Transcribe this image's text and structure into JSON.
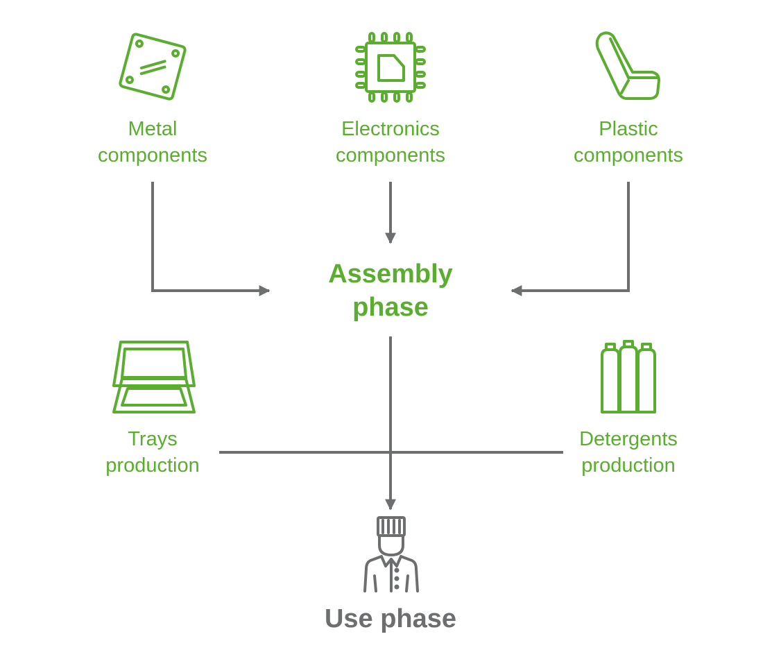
{
  "colors": {
    "accent": "#5aad2f",
    "connector": "#6d6e70",
    "text_dark": "#6d6e70"
  },
  "nodes": {
    "metal": {
      "icon": "metal-plate-icon",
      "line1": "Metal",
      "line2": "components"
    },
    "electronics": {
      "icon": "microchip-icon",
      "line1": "Electronics",
      "line2": "components"
    },
    "plastic": {
      "icon": "plastic-seat-icon",
      "line1": "Plastic",
      "line2": "components"
    },
    "trays": {
      "icon": "stacked-trays-icon",
      "line1": "Trays",
      "line2": "production"
    },
    "detergents": {
      "icon": "detergent-bottles-icon",
      "line1": "Detergents",
      "line2": "production"
    }
  },
  "assembly": {
    "line1": "Assembly",
    "line2": "phase"
  },
  "use": {
    "icon": "chef-icon",
    "label": "Use phase"
  }
}
